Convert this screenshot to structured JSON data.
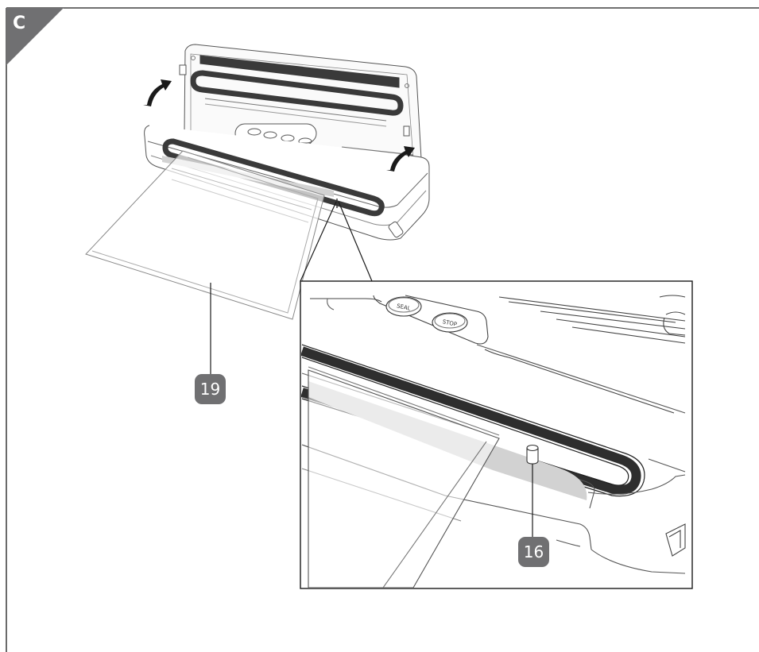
{
  "figure": {
    "section_letter": "C",
    "button_labels": {
      "seal": "SEAL",
      "stop": "STOP"
    },
    "callouts": [
      {
        "id": "19"
      },
      {
        "id": "16"
      }
    ],
    "colors": {
      "frame": "#1a1a1a",
      "corner_tab": "#707072",
      "gasket": "#3a3a3a",
      "callout_bg": "#707072",
      "callout_text": "#ffffff",
      "bag_strip": "#d2d2d2"
    }
  }
}
